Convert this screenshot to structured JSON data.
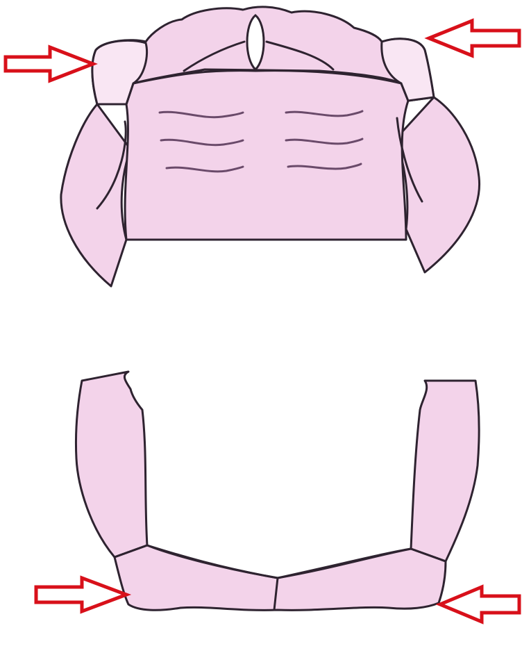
{
  "colors": {
    "tissue": "#f3d3ea",
    "tissue_light": "#f9e6f3",
    "outline": "#2e2330",
    "rugae": "#6a4a6a",
    "arrow": "#d8101a",
    "background": "#ffffff"
  },
  "upper_arch": {
    "parts": [
      "maxillary-tuberosity-left",
      "maxillary-tuberosity-right",
      "incisive-papilla",
      "palatal-rugae",
      "buccal-vestibule-left",
      "buccal-vestibule-right"
    ]
  },
  "lower_arch": {
    "parts": [
      "retromolar-pad-left",
      "retromolar-pad-right",
      "lingual-flange-left",
      "lingual-flange-right",
      "anterior-ridge"
    ]
  },
  "arrows": [
    {
      "id": "arrow-upper-left",
      "direction": "right"
    },
    {
      "id": "arrow-upper-right",
      "direction": "left"
    },
    {
      "id": "arrow-lower-left",
      "direction": "right"
    },
    {
      "id": "arrow-lower-right",
      "direction": "left"
    }
  ]
}
